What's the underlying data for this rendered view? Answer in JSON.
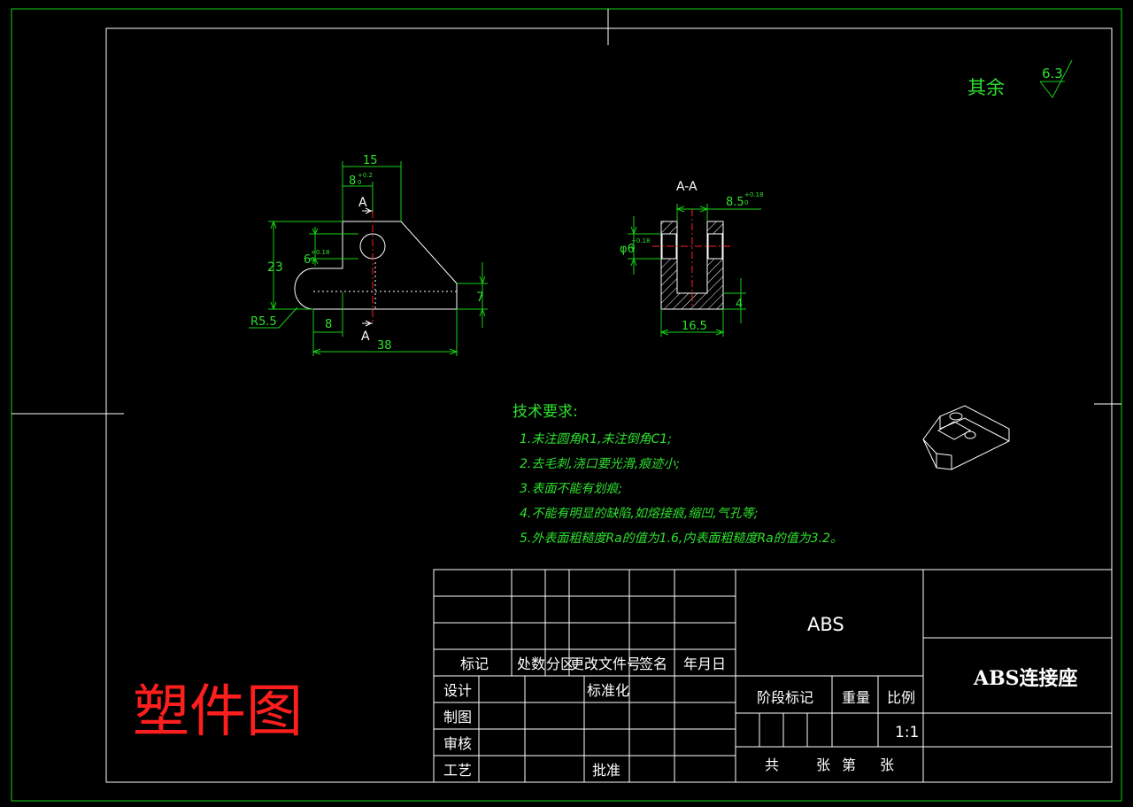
{
  "roughness": {
    "label": "其余",
    "value": "6.3"
  },
  "main_view": {
    "dim_top": "15",
    "dim_slot": "8",
    "dim_slot_tol_upper": "+0.2",
    "dim_slot_tol_lower": "0",
    "section_mark": "A",
    "dim_height": "23",
    "dim_hole": "6",
    "dim_hole_tol_upper": "+0.18",
    "dim_hole_tol_lower": "0",
    "dim_thickness": "7",
    "dim_radius": "R5.5",
    "dim_offset": "8",
    "dim_length": "38"
  },
  "section_view": {
    "title": "A-A",
    "dim_slot": "8.5",
    "dim_slot_tol_upper": "+0.18",
    "dim_slot_tol_lower": "0",
    "dim_hole": "φ6",
    "dim_hole_tol_upper": "+0.18",
    "dim_hole_tol_lower": "0",
    "dim_bottom": "4",
    "dim_width": "16.5"
  },
  "tech_requirements": {
    "title": "技术要求:",
    "items": [
      "1.未注圆角R1,未注倒角C1;",
      "2.去毛刺,浇口要光滑,痕迹小;",
      "3.表面不能有划痕;",
      "4.不能有明显的缺陷,如熔接痕,缩凹,气孔等;",
      "5.外表面粗糙度Ra的值为1.6,内表面粗糙度Ra的值为3.2。"
    ]
  },
  "stamp": "塑件图",
  "title_block": {
    "material": "ABS",
    "part_name": "ABS连接座",
    "h_biaoji": "标记",
    "h_chushu": "处数",
    "h_fenqu": "分区",
    "h_wenjian": "更改文件号",
    "h_qianming": "签名",
    "h_date": "年月日",
    "r_design": "设计",
    "r_standard": "标准化",
    "r_draw": "制图",
    "r_check": "审核",
    "r_process": "工艺",
    "r_approve": "批准",
    "stage_label": "阶段标记",
    "weight_label": "重量",
    "scale_label": "比例",
    "scale_value": "1:1",
    "sheet_total": "共",
    "sheet_zhang1": "张",
    "sheet_di": "第",
    "sheet_zhang2": "张"
  }
}
